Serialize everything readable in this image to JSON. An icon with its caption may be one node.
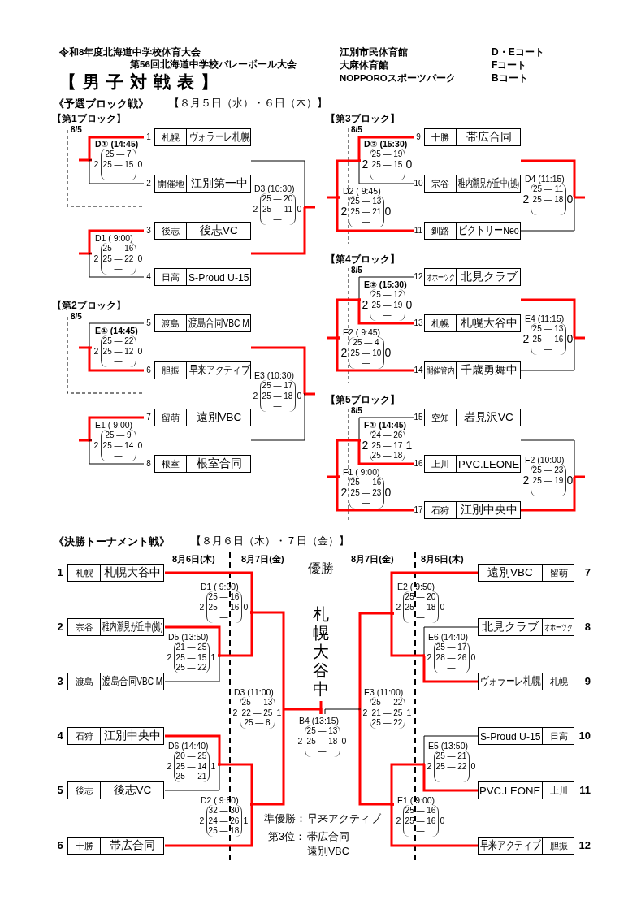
{
  "diagram": {
    "title": "【男子対戦表】",
    "nodes": [
      {
        "text": [
          "札幌",
          "ヴォラーレ札幌"
        ],
        "beside": [
          "1"
        ]
      },
      {
        "text": [
          "開催地",
          "江別第一中"
        ],
        "beside": [
          "2"
        ]
      },
      {
        "text": [
          "後志",
          "後志VC"
        ],
        "beside": [
          "3"
        ]
      },
      {
        "text": [
          "日高",
          "S-Proud U-15"
        ],
        "beside": [
          "4"
        ]
      },
      {
        "text": [
          "D① (14:45)",
          "2",
          "25 — 7",
          "25 — 15",
          "—",
          "0"
        ]
      },
      {
        "text": [
          "D1 ( 9:00)",
          "2",
          "25 — 16",
          "25 — 22",
          "—",
          "0"
        ]
      },
      {
        "text": [
          "D3 (10:30)",
          "2",
          "25 — 20",
          "25 — 11",
          "—",
          "0"
        ]
      },
      {
        "text": [
          "渡島",
          "渡島合同VBC M"
        ],
        "beside": [
          "5"
        ]
      },
      {
        "text": [
          "胆振",
          "早来アクティブ"
        ],
        "beside": [
          "6"
        ]
      },
      {
        "text": [
          "留萌",
          "遠別VBC"
        ],
        "beside": [
          "7"
        ]
      },
      {
        "text": [
          "根室",
          "根室合同"
        ],
        "beside": [
          "8"
        ]
      },
      {
        "text": [
          "E① (14:45)",
          "2",
          "25 — 22",
          "25 — 12",
          "—",
          "0"
        ]
      },
      {
        "text": [
          "E1 ( 9:00)",
          "2",
          "25 — 9",
          "25 — 14",
          "—",
          "0"
        ]
      },
      {
        "text": [
          "E3 (10:30)",
          "2",
          "25 — 17",
          "25 — 18",
          "—",
          "0"
        ]
      },
      {
        "text": [
          "十勝",
          "帯広合同"
        ],
        "beside": [
          "9"
        ]
      },
      {
        "text": [
          "宗谷",
          "稚内潮見が丘中(拠)"
        ],
        "beside": [
          "10"
        ]
      },
      {
        "text": [
          "釧路",
          "ビクトリーNeo"
        ],
        "beside": [
          "11"
        ]
      },
      {
        "text": [
          "D② (15:30)",
          "2",
          "25 — 19",
          "25 — 15",
          "—",
          "0"
        ]
      },
      {
        "text": [
          "D2 ( 9:45)",
          "2",
          "25 — 13",
          "25 — 21",
          "—",
          "0"
        ]
      },
      {
        "text": [
          "D4 (11:15)",
          "2",
          "25 — 11",
          "25 — 18",
          "—",
          "0"
        ]
      },
      {
        "text": [
          "オホーツク",
          "北見クラブ"
        ],
        "beside": [
          "12"
        ]
      },
      {
        "text": [
          "札幌",
          "札幌大谷中"
        ],
        "beside": [
          "13"
        ]
      },
      {
        "text": [
          "開催管内",
          "千歳勇舞中"
        ],
        "beside": [
          "14"
        ]
      },
      {
        "text": [
          "E② (15:30)",
          "2",
          "25 — 12",
          "25 — 19",
          "—",
          "0"
        ]
      },
      {
        "text": [
          "E2 ( 9:45)",
          "2",
          "25 — 4",
          "25 — 10",
          "—",
          "0"
        ]
      },
      {
        "text": [
          "E4 (11:15)",
          "2",
          "25 — 13",
          "25 — 16",
          "—",
          "0"
        ]
      },
      {
        "text": [
          "空知",
          "岩見沢VC"
        ],
        "beside": [
          "15"
        ]
      },
      {
        "text": [
          "上川",
          "PVC.LEONE"
        ],
        "beside": [
          "16"
        ]
      },
      {
        "text": [
          "石狩",
          "江別中央中"
        ],
        "beside": [
          "17"
        ]
      },
      {
        "text": [
          "F① (14:45)",
          "2",
          "24 — 26",
          "25 — 17",
          "25 — 18",
          "1"
        ]
      },
      {
        "text": [
          "F1 ( 9:00)",
          "2",
          "25 — 16",
          "25 — 23",
          "—",
          "0"
        ]
      },
      {
        "text": [
          "F2 (10:00)",
          "2",
          "25 — 23",
          "25 — 19",
          "—",
          "0"
        ]
      },
      {
        "text": [
          "札幌",
          "札幌大谷中"
        ],
        "beside": [
          "1"
        ]
      },
      {
        "text": [
          "宗谷",
          "稚内潮見が丘中(拠)"
        ],
        "beside": [
          "2"
        ]
      },
      {
        "text": [
          "渡島",
          "渡島合同VBC M"
        ],
        "beside": [
          "3"
        ]
      },
      {
        "text": [
          "石狩",
          "江別中央中"
        ],
        "beside": [
          "4"
        ]
      },
      {
        "text": [
          "後志",
          "後志VC"
        ],
        "beside": [
          "5"
        ]
      },
      {
        "text": [
          "十勝",
          "帯広合同"
        ],
        "beside": [
          "6"
        ]
      },
      {
        "text": [
          "D1 ( 9:00)",
          "2",
          "25 — 16",
          "25 — 16",
          "—",
          "0"
        ]
      },
      {
        "text": [
          "D5 (13:50)",
          "2",
          "21 — 25",
          "25 — 15",
          "25 — 22",
          "1"
        ]
      },
      {
        "text": [
          "D3 (11:00)",
          "2",
          "25 — 13",
          "22 — 25",
          "25 — 8",
          "1"
        ]
      },
      {
        "text": [
          "D6 (14:40)",
          "2",
          "20 — 25",
          "25 — 14",
          "25 — 21",
          "1"
        ]
      },
      {
        "text": [
          "D2 ( 9:50)",
          "2",
          "32 — 30",
          "24 — 26",
          "25 — 18",
          "1"
        ]
      },
      {
        "text": [
          "B4 (13:15)",
          "2",
          "25 — 13",
          "25 — 18",
          "—",
          "0"
        ]
      },
      {
        "text": [
          "優勝",
          "札幌大谷中"
        ]
      },
      {
        "text": [
          "遠別VBC",
          "留萌"
        ],
        "beside": [
          "7"
        ]
      },
      {
        "text": [
          "北見クラブ",
          "オホーツク"
        ],
        "beside": [
          "8"
        ]
      },
      {
        "text": [
          "ヴォラーレ札幌",
          "札幌"
        ],
        "beside": [
          "9"
        ]
      },
      {
        "text": [
          "S-Proud U-15",
          "日高"
        ],
        "beside": [
          "10"
        ]
      },
      {
        "text": [
          "PVC.LEONE",
          "上川"
        ],
        "beside": [
          "11"
        ]
      },
      {
        "text": [
          "早来アクティブ",
          "胆振"
        ],
        "beside": [
          "12"
        ]
      },
      {
        "text": [
          "E2 ( 9:50)",
          "2",
          "25 — 20",
          "25 — 18",
          "—",
          "0"
        ]
      },
      {
        "text": [
          "E6 (14:40)",
          "2",
          "25 — 17",
          "28 — 26",
          "—",
          "0"
        ]
      },
      {
        "text": [
          "E3 (11:00)",
          "2",
          "25 — 22",
          "21 — 25",
          "25 — 22",
          "1"
        ]
      },
      {
        "text": [
          "E5 (13:50)",
          "2",
          "25 — 21",
          "25 — 22",
          "—",
          "0"
        ]
      },
      {
        "text": [
          "E1 ( 9:00)",
          "2",
          "25 — 16",
          "25 — 16",
          "—",
          "0"
        ]
      }
    ],
    "edges": [
      {
        "from": 0,
        "to": 4,
        "arrow": "none",
        "color": "#ff0000"
      },
      {
        "from": 1,
        "to": 4,
        "arrow": "none",
        "color": "#000000"
      },
      {
        "from": 2,
        "to": 5,
        "arrow": "none",
        "color": "#ff0000"
      },
      {
        "from": 3,
        "to": 5,
        "arrow": "none",
        "color": "#000000"
      },
      {
        "from": null,
        "to": 6,
        "arrow": "none",
        "color": "#000000"
      },
      {
        "from": null,
        "to": 6,
        "arrow": "none",
        "color": "#ff0000"
      },
      {
        "from": 7,
        "to": 11,
        "arrow": "none",
        "color": "#000000"
      },
      {
        "from": 8,
        "to": 11,
        "arrow": "none",
        "color": "#ff0000"
      },
      {
        "from": 9,
        "to": 12,
        "arrow": "none",
        "color": "#ff0000"
      },
      {
        "from": 10,
        "to": 12,
        "arrow": "none",
        "color": "#000000"
      },
      {
        "from": null,
        "to": 13,
        "arrow": "none",
        "color": "#ff0000"
      },
      {
        "from": null,
        "to": 13,
        "arrow": "none",
        "color": "#000000"
      },
      {
        "from": 14,
        "to": 17,
        "arrow": "none",
        "color": "#ff0000"
      },
      {
        "from": 15,
        "to": 17,
        "arrow": "none",
        "color": "#000000"
      },
      {
        "from": 17,
        "to": 18,
        "arrow": "none",
        "color": "#ff0000"
      },
      {
        "from": 16,
        "to": 18,
        "arrow": "none",
        "color": "#ff0000"
      },
      {
        "from": null,
        "to": 19,
        "arrow": "none",
        "color": "#ff0000"
      },
      {
        "from": 16,
        "to": 19,
        "arrow": "none",
        "color": "#000000"
      },
      {
        "from": 20,
        "to": 23,
        "arrow": "none",
        "color": "#000000"
      },
      {
        "from": 21,
        "to": 23,
        "arrow": "none",
        "color": "#ff0000"
      },
      {
        "from": 23,
        "to": 24,
        "arrow": "none",
        "color": "#ff0000"
      },
      {
        "from": 22,
        "to": 24,
        "arrow": "none",
        "color": "#ff0000"
      },
      {
        "from": null,
        "to": 25,
        "arrow": "none",
        "color": "#ff0000"
      },
      {
        "from": 22,
        "to": 25,
        "arrow": "none",
        "color": "#000000"
      },
      {
        "from": 26,
        "to": 29,
        "arrow": "none",
        "color": "#000000"
      },
      {
        "from": 27,
        "to": 29,
        "arrow": "none",
        "color": "#ff0000"
      },
      {
        "from": 29,
        "to": 30,
        "arrow": "none",
        "color": "#ff0000"
      },
      {
        "from": 28,
        "to": 30,
        "arrow": "none",
        "color": "#ff0000"
      },
      {
        "from": null,
        "to": 31,
        "arrow": "none",
        "color": "#000000"
      },
      {
        "from": 28,
        "to": 31,
        "arrow": "none",
        "color": "#ff0000"
      },
      {
        "from": 32,
        "to": 38,
        "arrow": "none",
        "color": "#ff0000"
      },
      {
        "from": 33,
        "to": 39,
        "arrow": "none",
        "color": "#ff0000"
      },
      {
        "from": 34,
        "to": 39,
        "arrow": "none",
        "color": "#000000"
      },
      {
        "from": 39,
        "to": 38,
        "arrow": "none",
        "color": "#ff0000"
      },
      {
        "from": 38,
        "to": 40,
        "arrow": "none",
        "color": "#ff0000"
      },
      {
        "from": 35,
        "to": 41,
        "arrow": "none",
        "color": "#ff0000"
      },
      {
        "from": 36,
        "to": 41,
        "arrow": "none",
        "color": "#000000"
      },
      {
        "from": 41,
        "to": 42,
        "arrow": "none",
        "color": "#ff0000"
      },
      {
        "from": 37,
        "to": 42,
        "arrow": "none",
        "color": "#ff0000"
      },
      {
        "from": 42,
        "to": 40,
        "arrow": "none",
        "color": "#ff0000"
      },
      {
        "from": 40,
        "to": 43,
        "arrow": "none",
        "color": "#ff0000"
      },
      {
        "from": 43,
        "to": 44,
        "arrow": "none",
        "color": "#ff0000"
      },
      {
        "from": 45,
        "to": 51,
        "arrow": "none",
        "color": "#ff0000"
      },
      {
        "from": 46,
        "to": 52,
        "arrow": "none",
        "color": "#000000"
      },
      {
        "from": 47,
        "to": 52,
        "arrow": "none",
        "color": "#ff0000"
      },
      {
        "from": 52,
        "to": 51,
        "arrow": "none",
        "color": "#ff0000"
      },
      {
        "from": 51,
        "to": 53,
        "arrow": "none",
        "color": "#ff0000"
      },
      {
        "from": 48,
        "to": 54,
        "arrow": "none",
        "color": "#000000"
      },
      {
        "from": 49,
        "to": 54,
        "arrow": "none",
        "color": "#ff0000"
      },
      {
        "from": 54,
        "to": 55,
        "arrow": "none",
        "color": "#ff0000"
      },
      {
        "from": 50,
        "to": 55,
        "arrow": "none",
        "color": "#ff0000"
      },
      {
        "from": 55,
        "to": 53,
        "arrow": "none",
        "color": "#ff0000"
      },
      {
        "from": 53,
        "to": 43,
        "arrow": "none",
        "color": "#000000"
      }
    ],
    "labels": [
      "令和8年度北海道中学校体育大会",
      "第56回北海道中学校バレーボール大会",
      "江別市民体育館",
      "D・Eコート",
      "大麻体育館",
      "Fコート",
      "NOPPOROスポーツパーク",
      "Bコート",
      "《予選ブロック戦》",
      "【８月５日（水）・６日（木）】",
      "【第1ブロック】",
      "8/5",
      "【第3ブロック】",
      "8/5",
      "【第4ブロック】",
      "8/5",
      "【第2ブロック】",
      "8/5",
      "【第5ブロック】",
      "8/5",
      "《決勝トーナメント戦》",
      "【８月６日（木）・７日（金）】",
      "8月6日(木)",
      "8月7日(金)",
      "8月7日(金)",
      "8月6日(木)",
      "準優勝：",
      "早来アクティブ",
      "第3位：",
      "帯広合同",
      "遠別VBC"
    ]
  }
}
